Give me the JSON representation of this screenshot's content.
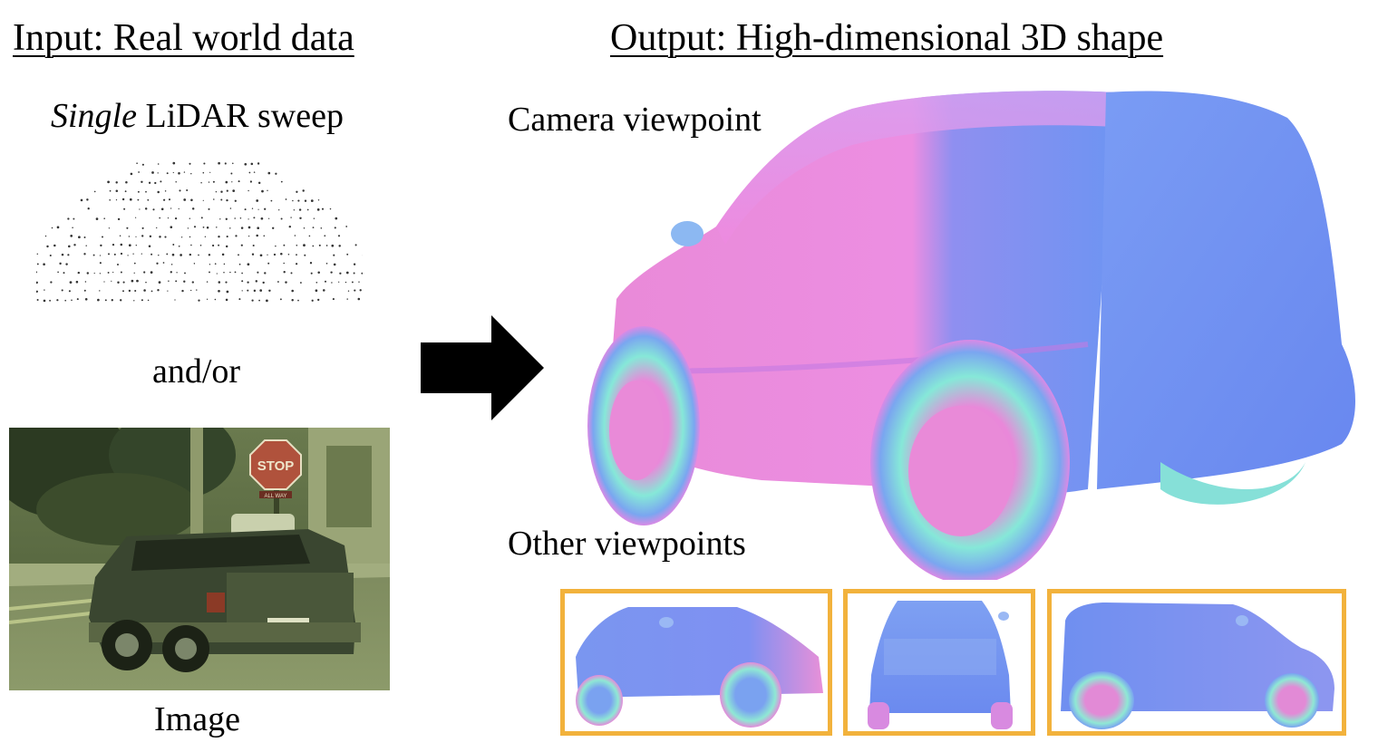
{
  "input": {
    "heading": "Input: Real world data",
    "lidar_caption_italic": "Single",
    "lidar_caption_rest": " LiDAR sweep",
    "connector": "and/or",
    "image_caption": "Image",
    "stop_sign_text": "STOP",
    "stop_subsign_text": "ALL WAY"
  },
  "output": {
    "heading": "Output: High-dimensional 3D shape",
    "camera_label": "Camera viewpoint",
    "other_label": "Other viewpoints"
  },
  "colors": {
    "panel_border": "#f2b23c",
    "arrow": "#000000",
    "normal_pink": "#ee86e4",
    "normal_blue": "#6c92f2",
    "normal_green": "#7ff0c8"
  },
  "icons": {
    "arrow": "right-arrow-icon"
  }
}
